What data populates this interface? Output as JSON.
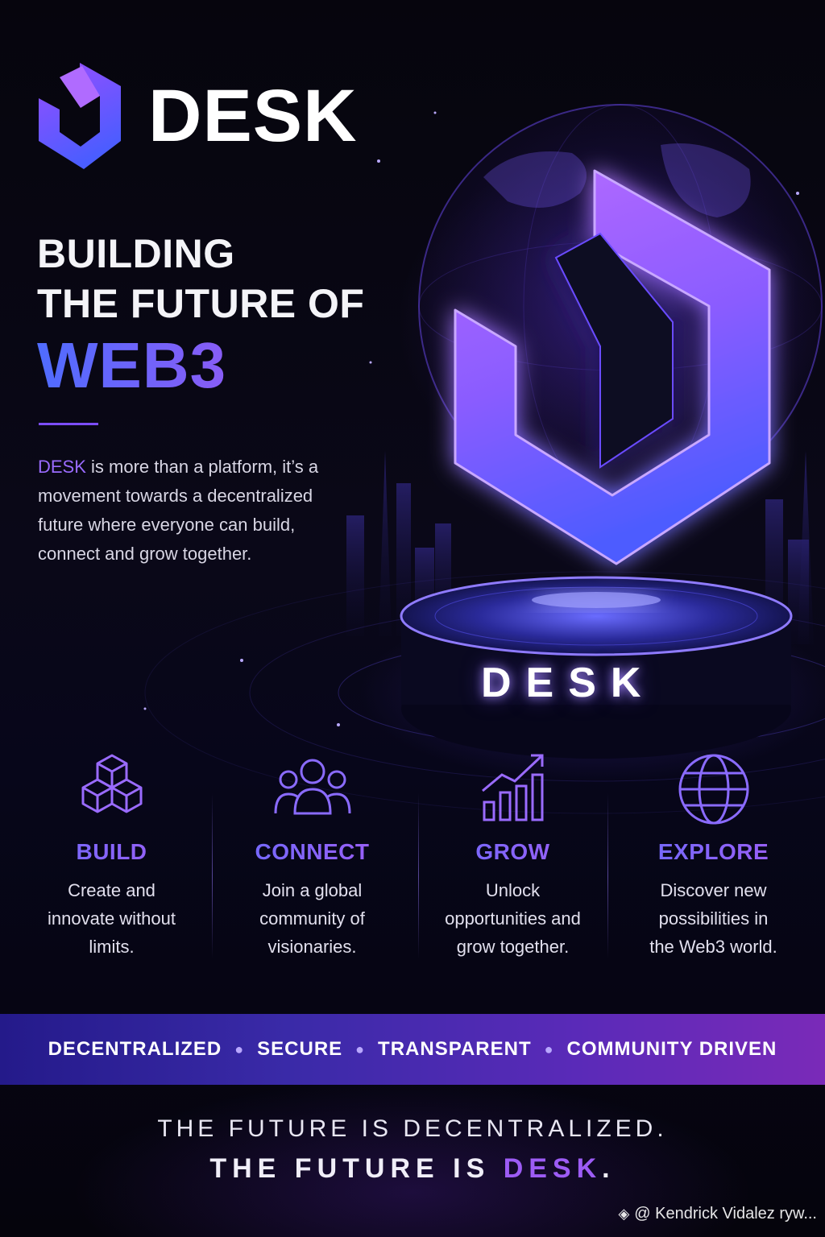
{
  "brand": {
    "name": "DESK",
    "logo_icon": "desk-hexagon-logo-icon"
  },
  "headline": {
    "line1": "BUILDING",
    "line2": "THE FUTURE OF",
    "accent": "WEB3"
  },
  "description": {
    "highlight": "DESK",
    "rest": " is more than a platform, it’s a movement towards a decentralized future where everyone can build, connect and grow together."
  },
  "hero": {
    "pedestal_label": "DESK",
    "logo_icon": "desk-hexagon-logo-icon",
    "background_icon": "globe-icon"
  },
  "features": [
    {
      "icon": "cubes-icon",
      "title": "BUILD",
      "text": "Create and innovate without limits."
    },
    {
      "icon": "people-icon",
      "title": "CONNECT",
      "text": "Join a global community of visionaries."
    },
    {
      "icon": "growth-chart-icon",
      "title": "GROW",
      "text": "Unlock opportunities and grow together."
    },
    {
      "icon": "globe-icon",
      "title": "EXPLORE",
      "text": "Discover new possibilities in the Web3 world."
    }
  ],
  "values": [
    "DECENTRALIZED",
    "SECURE",
    "TRANSPARENT",
    "COMMUNITY DRIVEN"
  ],
  "tagline": {
    "line1": "THE FUTURE IS DECENTRALIZED.",
    "line2_prefix": "THE FUTURE IS ",
    "line2_accent": "DESK",
    "line2_suffix": "."
  },
  "watermark": "@ Kendrick Vidalez ryw..."
}
